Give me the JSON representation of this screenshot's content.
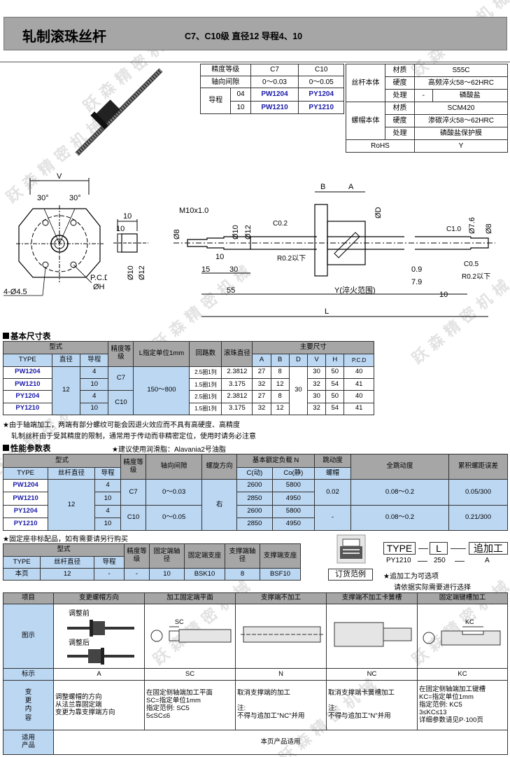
{
  "header": {
    "title": "轧制滚珠丝杆",
    "subtitle": "C7、C10级 直径12 导程4、10"
  },
  "spec_table": {
    "r1": [
      "精度等级",
      "C7",
      "C10"
    ],
    "r2": [
      "轴向间隙",
      "0～0.03",
      "0～0.05"
    ],
    "lead_label": "导程",
    "r3": [
      "04",
      "PW1204",
      "PY1204"
    ],
    "r4": [
      "10",
      "PW1210",
      "PY1210"
    ]
  },
  "material_table": {
    "screw_body": "丝杆本体",
    "nut_body": "螺帽本体",
    "rows": [
      [
        "材质",
        "S55C"
      ],
      [
        "硬度",
        "高频淬火58～62HRC"
      ],
      [
        "处理",
        "-",
        "磷酸盐"
      ],
      [
        "材质",
        "SCM420"
      ],
      [
        "硬度",
        "渗碳淬火58～62HRC"
      ],
      [
        "处理",
        "磷酸盐保护膜"
      ]
    ],
    "rohs": [
      "RoHS",
      "Y"
    ]
  },
  "drawing": {
    "V": "V",
    "deg1": "30°",
    "deg2": "30°",
    "holes": "4-Ø4.5",
    "pcd": "P.C.D",
    "phiH": "ØH",
    "d10": "10",
    "d10b": "10",
    "phi10": "Ø10",
    "phi12": "Ø12",
    "m10": "M10x1.0",
    "phi8": "Ø8",
    "phi10a": "Ø10",
    "phi12a": "Ø12",
    "c02": "C0.2",
    "r02": "R0.2以下",
    "len10": "10",
    "len15": "15",
    "len30": "30",
    "len55": "55",
    "B": "B",
    "A": "A",
    "phiD": "ØD",
    "y": "Y(淬火范围)",
    "L": "L",
    "c10": "C1.0",
    "phi76": "Ø7.6",
    "phi8b": "Ø8",
    "c05": "C0.5",
    "r02b": "R0.2以下",
    "d09": "0.9",
    "d79": "7.9",
    "d10c": "10"
  },
  "basic_title": "基本尺寸表",
  "basic": {
    "h1": [
      "型式",
      "精度等级",
      "L指定单位1mm",
      "回路数",
      "滚珠直径",
      "主要尺寸"
    ],
    "h2": [
      "TYPE",
      "直径",
      "导程",
      "A",
      "B",
      "D",
      "V",
      "H",
      "P.C.D"
    ],
    "dia": "12",
    "c7": "C7",
    "c10": "C10",
    "lrange": "150～800",
    "D": "30",
    "rows": [
      [
        "PW1204",
        "4",
        "2.5圈1列",
        "2.3812",
        "27",
        "8",
        "30",
        "50",
        "40"
      ],
      [
        "PW1210",
        "10",
        "1.5圈1列",
        "3.175",
        "32",
        "12",
        "32",
        "54",
        "41"
      ],
      [
        "PY1204",
        "4",
        "2.5圈1列",
        "2.3812",
        "27",
        "8",
        "30",
        "50",
        "40"
      ],
      [
        "PY1210",
        "10",
        "1.5圈1列",
        "3.175",
        "32",
        "12",
        "32",
        "54",
        "41"
      ]
    ]
  },
  "note1": "★由于轴端加工，两端有部分螺纹可能会因退火效应而不具有高硬度、高精度",
  "note2": "轧制丝杆由于受其精度的限制，通常用于传动而非精密定位，使用时请务必注意",
  "perf_title": "性能参数表",
  "perf_note": "★建议使用润滑脂：Alavania2号油脂",
  "perf": {
    "h1": [
      "型式",
      "精度等级",
      "轴向间隙",
      "螺旋方向",
      "基本额定负载 N",
      "跳动度",
      "全跳动度",
      "累积螺距误差"
    ],
    "h2": [
      "TYPE",
      "丝杆直径",
      "导程",
      "C(动)",
      "Co(静)",
      "螺帽"
    ],
    "dia": "12",
    "c7": "C7",
    "c10": "C10",
    "gap1": "0～0.03",
    "gap2": "0～0.05",
    "dir": "右",
    "run1": "0.02",
    "run2": "-",
    "full1": "0.08～0.2",
    "full2": "0.08～0.2",
    "acc1": "0.05/300",
    "acc2": "0.21/300",
    "rows": [
      [
        "PW1204",
        "4",
        "2600",
        "5800"
      ],
      [
        "PW1210",
        "10",
        "2850",
        "4950"
      ],
      [
        "PY1204",
        "4",
        "2600",
        "5800"
      ],
      [
        "PY1210",
        "10",
        "2850",
        "4950"
      ]
    ]
  },
  "fix_note": "★固定座非标配品，如有需要请另行购买",
  "fix": {
    "h1": [
      "型式",
      "精度等级",
      "固定端轴径",
      "固定端支座",
      "支撑端轴径",
      "支撑端支座"
    ],
    "h2": [
      "TYPE",
      "丝杆直径",
      "导程"
    ],
    "row": [
      "本页",
      "12",
      "-",
      "-",
      "10",
      "BSK10",
      "8",
      "BSF10"
    ]
  },
  "order": {
    "label": "订货范例",
    "type": "TYPE",
    "l": "L",
    "add": "追加工",
    "ex_type": "PY1210",
    "ex_l": "250",
    "ex_add": "A",
    "hint1": "★追加工为可选项",
    "hint2": "请依据实际需要进行选择"
  },
  "opt": {
    "head": [
      "项目",
      "变更螺帽方向",
      "加工固定端平面",
      "支撑端不加工",
      "支撑端不加工卡簧槽",
      "固定端键槽加工"
    ],
    "fig_label": "图示",
    "before": "调整前",
    "after": "调整后",
    "sc": "SC",
    "kc": "KC",
    "mark_label": "标示",
    "marks": [
      "A",
      "SC",
      "N",
      "NC",
      "KC"
    ],
    "content_label": [
      "变",
      "更",
      "内",
      "容"
    ],
    "c1": [
      "调整螺帽的方向",
      "从法兰靠固定端",
      "变更为靠支撑端方向"
    ],
    "c2": [
      "在固定侧轴端加工平面",
      "SC=指定单位1mm",
      "指定范例:  SC5",
      "5≤SC≤6"
    ],
    "c3": [
      "取消支撑端的加工",
      "",
      "注:",
      "不得与追加工\"NC\"并用"
    ],
    "c4": [
      "取消支撑端卡簧槽加工",
      "",
      "注:",
      "不得与追加工\"N\"并用"
    ],
    "c5": [
      "在固定侧轴端加工键槽",
      "KC=指定单位1mm",
      "指定范例: KC5",
      "3≤KC≤13",
      "详细参数请见P·100页"
    ],
    "apply_label": [
      "适用",
      "产品"
    ],
    "apply": "本页产品适用"
  },
  "watermark": "跃森精密机械",
  "colors": {
    "header_bg": "#a6a6a6",
    "head_cell": "#bcd7f2",
    "model_blue": "#1a1aa8"
  }
}
